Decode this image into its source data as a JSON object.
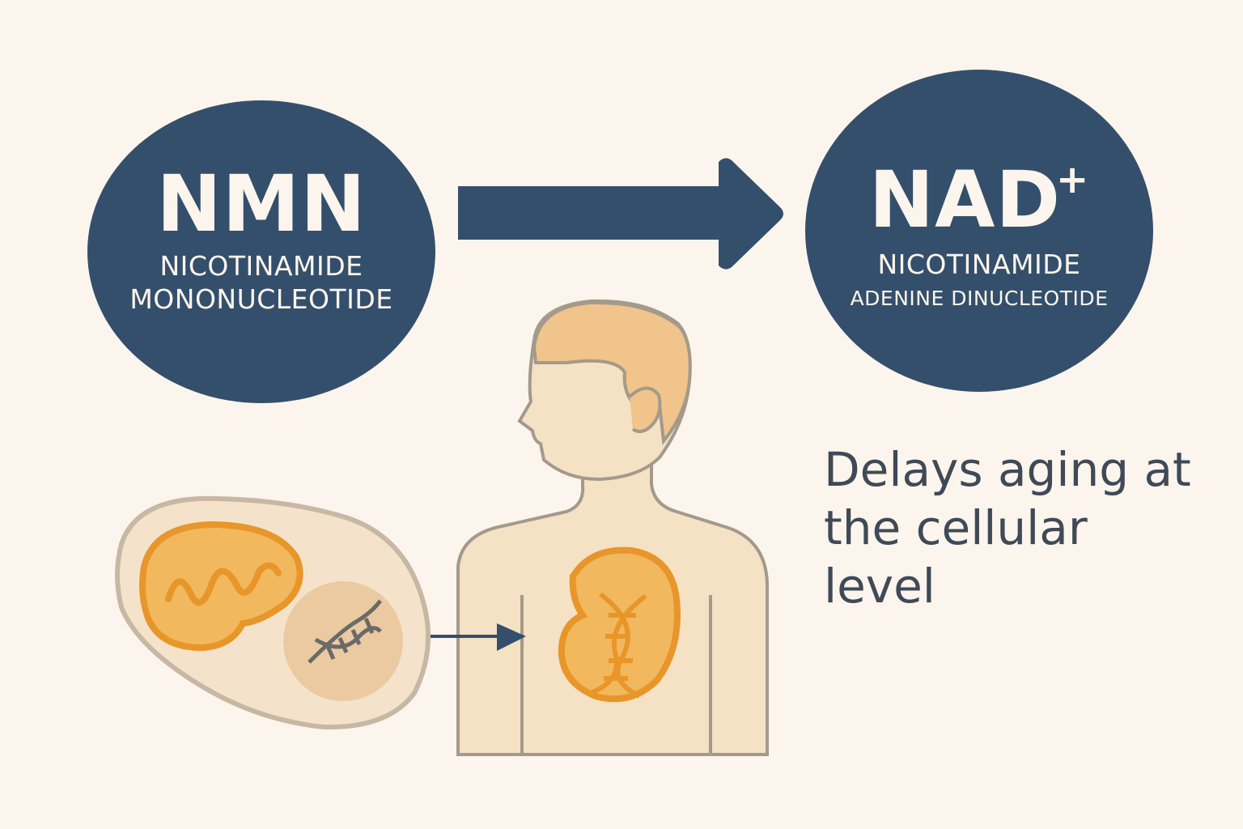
{
  "source": {
    "abbr": "NMN",
    "name_line1": "NICOTINAMIDE",
    "name_line2": "MONONUCLEOTIDE"
  },
  "product": {
    "abbr": "NAD",
    "abbr_superscript": "+",
    "name_line1": "NICOTINAMIDE",
    "name_line2": "ADENINE DINUCLEOTIDE"
  },
  "effect": {
    "text": "Delays aging at the cellular level"
  },
  "colors": {
    "background": "#fcf5ed",
    "circle": "#344f6b",
    "arrow": "#344f6b",
    "mitochondria": "#e8962a",
    "skin": "#f5e1c4",
    "hair": "#f0c48a",
    "text": "#3f4a56"
  },
  "icons": [
    "right-arrow-icon",
    "human-figure-icon",
    "cell-icon",
    "mitochondrion-icon",
    "dna-icon"
  ]
}
